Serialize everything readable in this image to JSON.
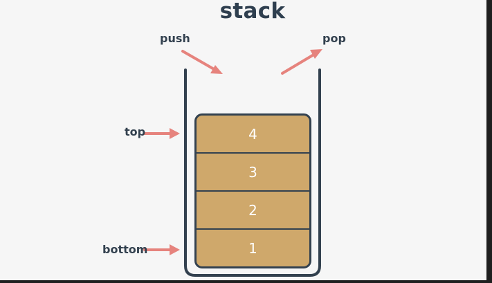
{
  "diagram": {
    "title": "stack",
    "labels": {
      "push": "push",
      "pop": "pop",
      "top": "top",
      "bottom": "bottom"
    },
    "items": [
      "4",
      "3",
      "2",
      "1"
    ],
    "colors": {
      "background": "#f6f6f6",
      "item_fill": "#cfa86b",
      "outline": "#33414f",
      "arrow": "#e6837d",
      "text": "#33414f",
      "item_text": "#ffffff"
    }
  }
}
